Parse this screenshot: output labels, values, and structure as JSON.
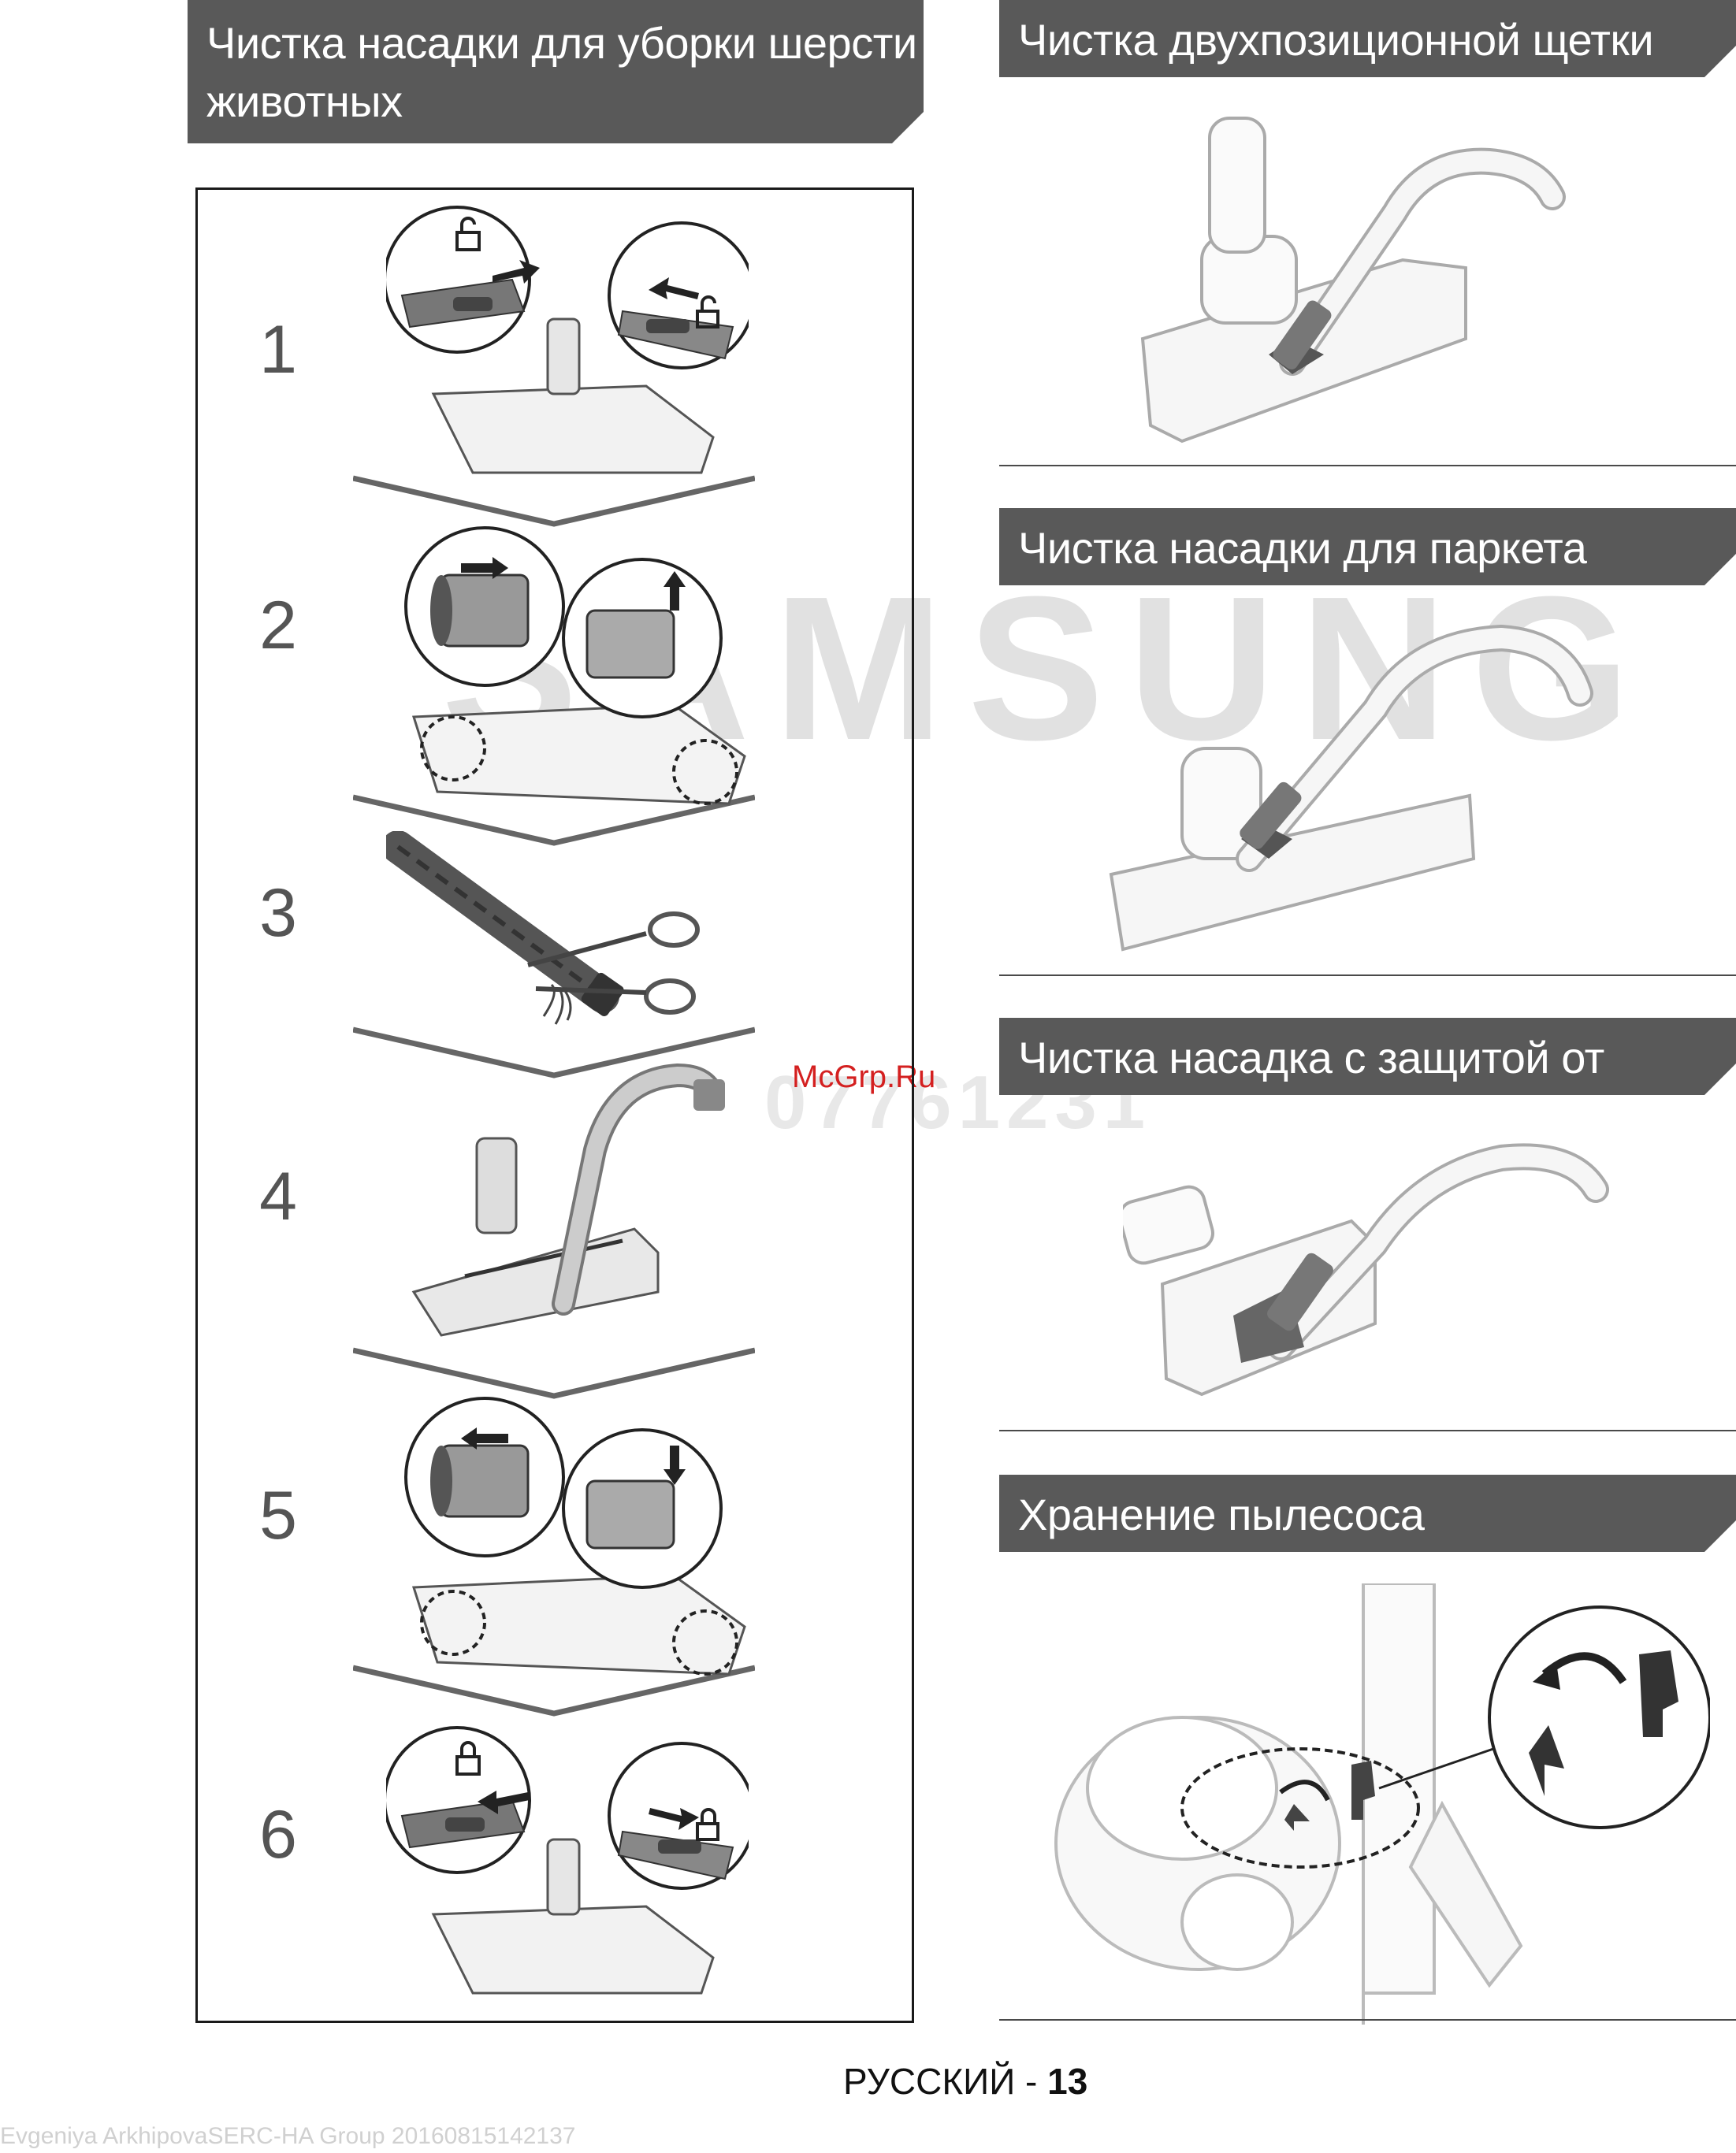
{
  "left_section": {
    "title_line1": "Чистка насадки для уборки шерсти",
    "title_line2": "животных",
    "steps": [
      "1",
      "2",
      "3",
      "4",
      "5",
      "6"
    ]
  },
  "right_sections": [
    {
      "title": "Чистка двухпозиционной щетки"
    },
    {
      "title": "Чистка насадки для паркета"
    },
    {
      "title": "Чистка насадка с защитой от засорения"
    },
    {
      "title": "Хранение пылесоса"
    }
  ],
  "watermarks": {
    "brand": "SAMSUNG",
    "code": "07761231",
    "site": "McGrp.Ru"
  },
  "footer": {
    "language": "РУССКИЙ - ",
    "page": "13"
  },
  "meta_line": "Evgeniya ArkhipovaSERC-HA Group 20160815142137"
}
